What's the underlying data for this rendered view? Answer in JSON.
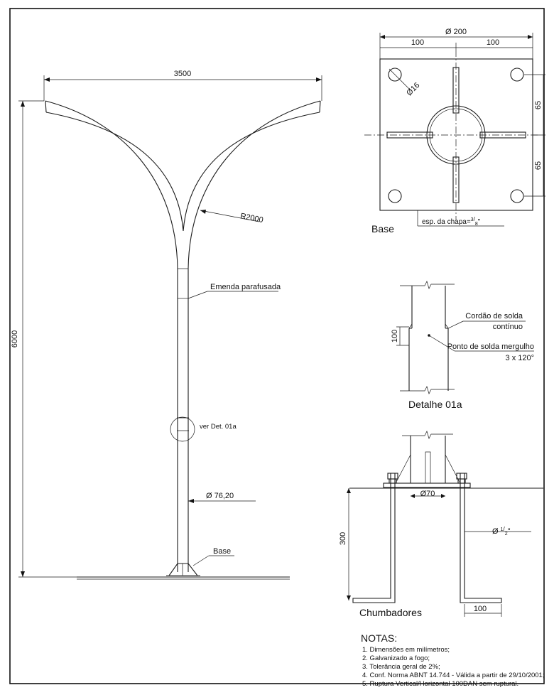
{
  "pole": {
    "width_dim": "3500",
    "height_dim": "6000",
    "radius_label": "R2000",
    "joint_label": "Emenda parafusada",
    "detail_ref": "ver Det. 01a",
    "diameter_label": "Ø 76,20",
    "base_ref": "Base"
  },
  "base": {
    "diameter": "Ø 200",
    "half_left": "100",
    "half_right": "100",
    "hole": "Ø16",
    "spacing_top": "65",
    "spacing_bottom": "65",
    "plate_thickness": "esp. da chapa=",
    "plate_fraction_num": "3",
    "plate_fraction_den": "8",
    "plate_unit": "\"",
    "title": "Base"
  },
  "detail": {
    "length": "100",
    "weld_line1": "Cordão de solda",
    "weld_line2": "contínuo",
    "plug_line1": "Ponto de solda mergulho",
    "plug_line2": "3 x 120°",
    "title": "Detalhe 01a"
  },
  "anchors": {
    "diameter": "Ø70",
    "bolt_prefix": "Ø ",
    "bolt_num": "1",
    "bolt_den": "2",
    "bolt_unit": "\"",
    "depth": "300",
    "foot": "100",
    "title": "Chumbadores"
  },
  "notes": {
    "title": "NOTAS:",
    "items": [
      "1. Dimensões em milímetros;",
      "2. Galvanizado a fogo;",
      "3. Tolerância geral de 2%;",
      "4. Conf. Norma ABNT 14.744 - Válida a partir de 29/10/2001;",
      "5. Ruptura Vertical/Horizontal 100DAN sem ruptural."
    ]
  }
}
